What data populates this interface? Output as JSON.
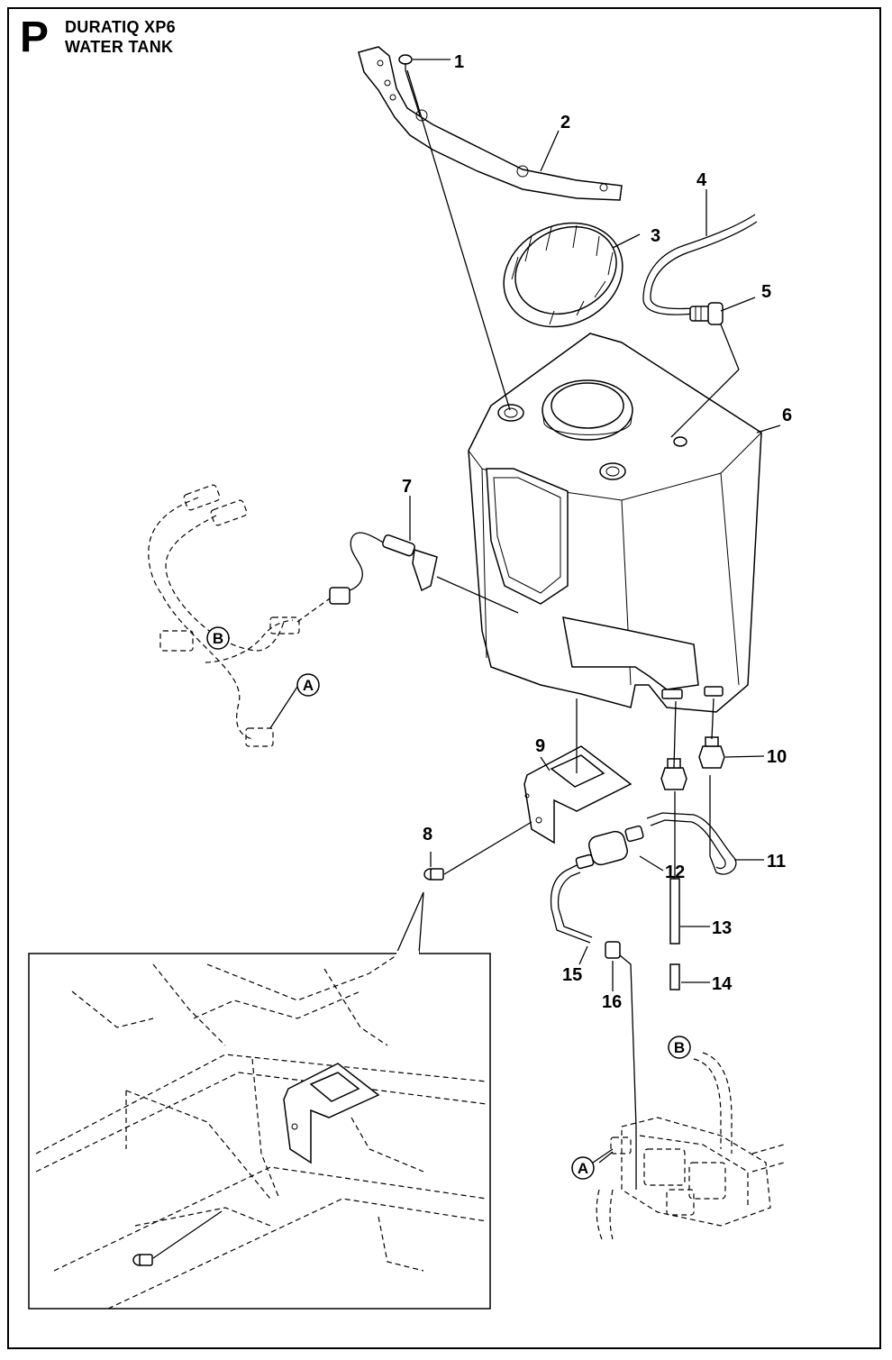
{
  "header": {
    "section_letter": "P",
    "model": "DURATIQ XP6",
    "title": "WATER TANK"
  },
  "callouts": [
    {
      "label": "1"
    },
    {
      "label": "2"
    },
    {
      "label": "3"
    },
    {
      "label": "4"
    },
    {
      "label": "5"
    },
    {
      "label": "6"
    },
    {
      "label": "7"
    },
    {
      "label": "8"
    },
    {
      "label": "9"
    },
    {
      "label": "10"
    },
    {
      "label": "11"
    },
    {
      "label": "12"
    },
    {
      "label": "13"
    },
    {
      "label": "14"
    },
    {
      "label": "15"
    },
    {
      "label": "16"
    }
  ],
  "references": [
    {
      "label": "B"
    },
    {
      "label": "A"
    },
    {
      "label": "B"
    },
    {
      "label": "A"
    }
  ]
}
